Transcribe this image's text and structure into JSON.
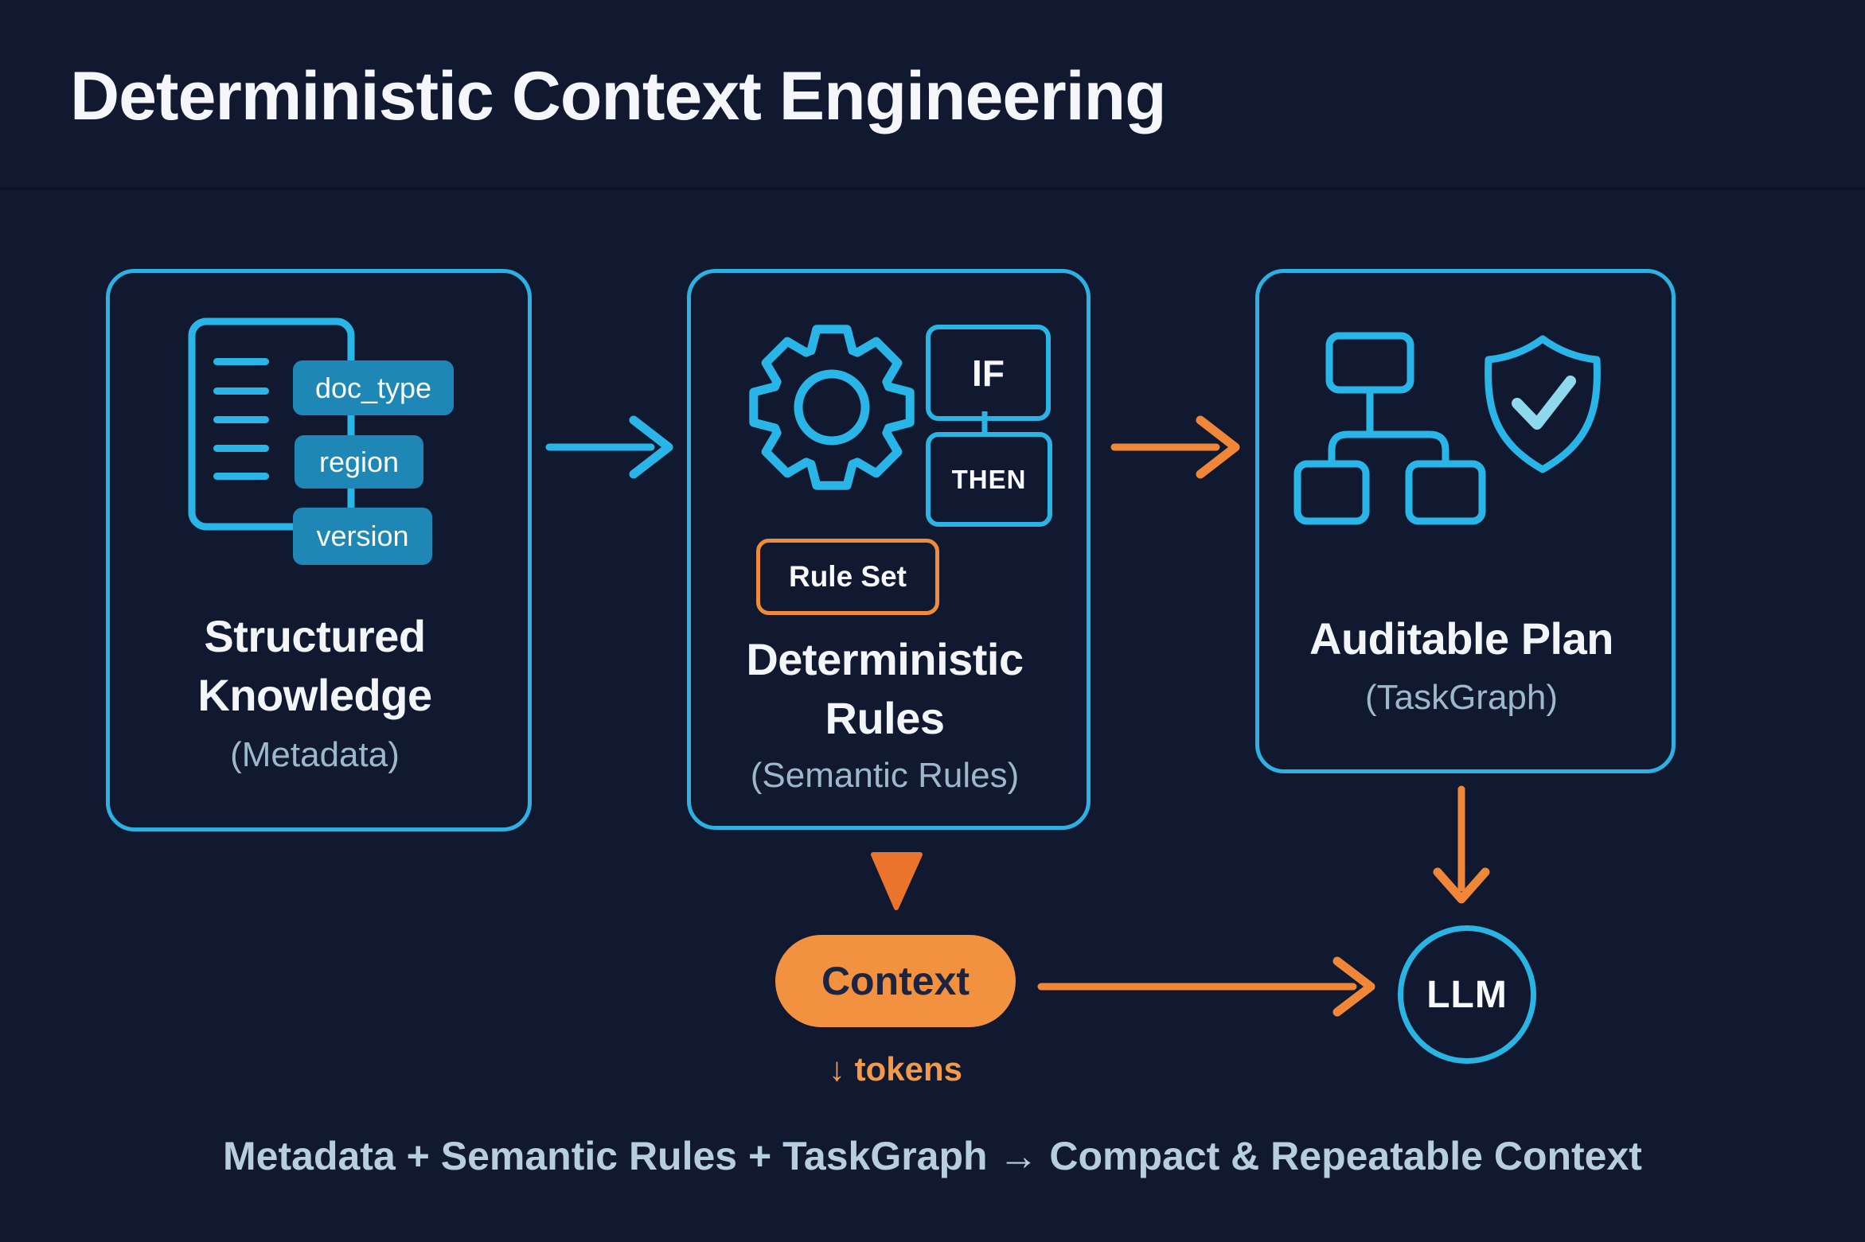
{
  "title": "Deterministic Context Engineering",
  "colors": {
    "background": "#111930",
    "panel_border_cyan": "#2eb1e2",
    "icon_cyan": "#29b5e8",
    "tag_blue": "#1e87b5",
    "orange_accent": "#ef8638",
    "pill_orange": "#f2913f",
    "triangle_orange": "#ea742c",
    "check_light_cyan": "#8fd9ef",
    "subtext_blue_grey": "#9db8ca",
    "caption_blue_grey": "#b7cedd"
  },
  "box1": {
    "icon": "document-icon",
    "tags": [
      "doc_type",
      "region",
      "version"
    ],
    "heading": "Structured Knowledge",
    "subheading": "(Metadata)"
  },
  "box2": {
    "icon": "gear-icon",
    "if_label": "IF",
    "then_label": "THEN",
    "rule_set_label": "Rule Set",
    "heading": "Deterministic Rules",
    "subheading": "(Semantic Rules)"
  },
  "box3": {
    "icons": [
      "flowchart-icon",
      "shield-check-icon"
    ],
    "heading": "Auditable Plan",
    "subheading": "(TaskGraph)"
  },
  "flow": {
    "context_label": "Context",
    "tokens_note": "↓ tokens",
    "llm_label": "LLM"
  },
  "caption": "Metadata + Semantic Rules + TaskGraph → Compact & Repeatable Context"
}
